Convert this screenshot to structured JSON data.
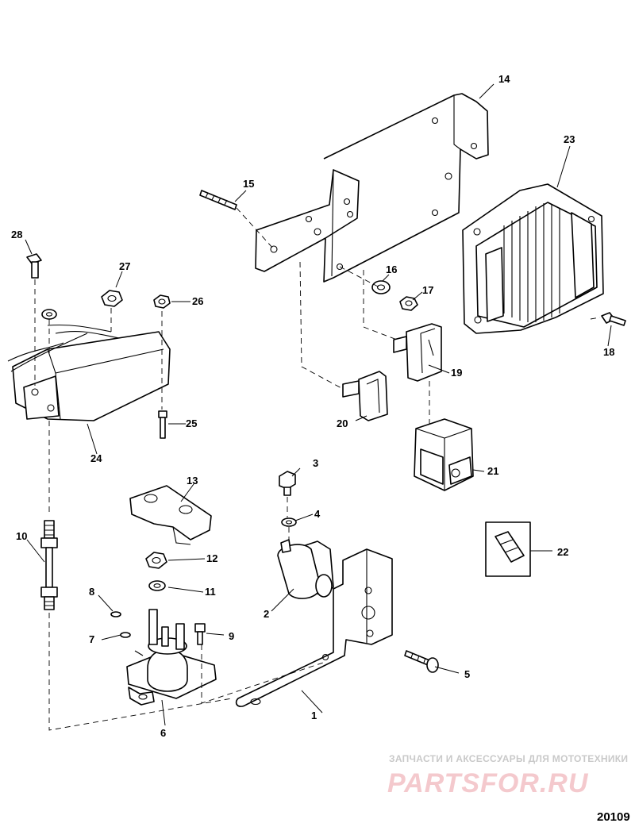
{
  "callouts": {
    "c1": "1",
    "c2": "2",
    "c3": "3",
    "c4": "4",
    "c5": "5",
    "c6": "6",
    "c7": "7",
    "c8": "8",
    "c9": "9",
    "c10": "10",
    "c11": "11",
    "c12": "12",
    "c13": "13",
    "c14": "14",
    "c15": "15",
    "c16": "16",
    "c17": "17",
    "c18": "18",
    "c19": "19",
    "c20": "20",
    "c21": "21",
    "c22": "22",
    "c23": "23",
    "c24": "24",
    "c25": "25",
    "c26": "26",
    "c27": "27",
    "c28": "28"
  },
  "watermark": {
    "tagline": "ЗАПЧАСТИ И АКСЕССУАРЫ ДЛЯ МОТОТЕХНИКИ",
    "brand": "PARTSFOR.RU"
  },
  "figure_number": "20109"
}
